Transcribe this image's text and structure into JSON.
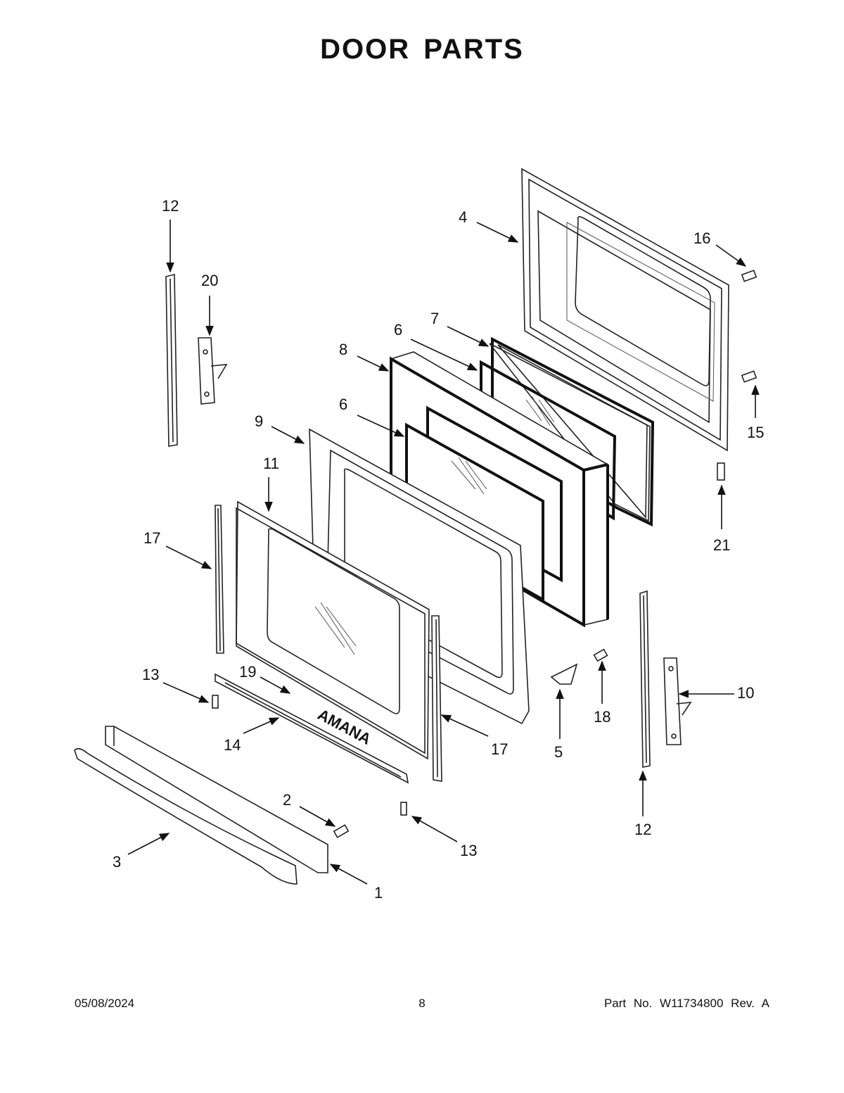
{
  "title": "DOOR PARTS",
  "footer": {
    "date": "05/08/2024",
    "page": "8",
    "part_number": "Part No.  W11734800  Rev.  A"
  },
  "brand_logo_text": "AMANA",
  "callouts": {
    "c1": "1",
    "c2": "2",
    "c3": "3",
    "c4": "4",
    "c5": "5",
    "c6a": "6",
    "c6b": "6",
    "c7": "7",
    "c8": "8",
    "c9": "9",
    "c10": "10",
    "c11": "11",
    "c12a": "12",
    "c12b": "12",
    "c13a": "13",
    "c13b": "13",
    "c14": "14",
    "c15": "15",
    "c16": "16",
    "c17a": "17",
    "c17b": "17",
    "c18": "18",
    "c19": "19",
    "c20": "20",
    "c21": "21"
  }
}
